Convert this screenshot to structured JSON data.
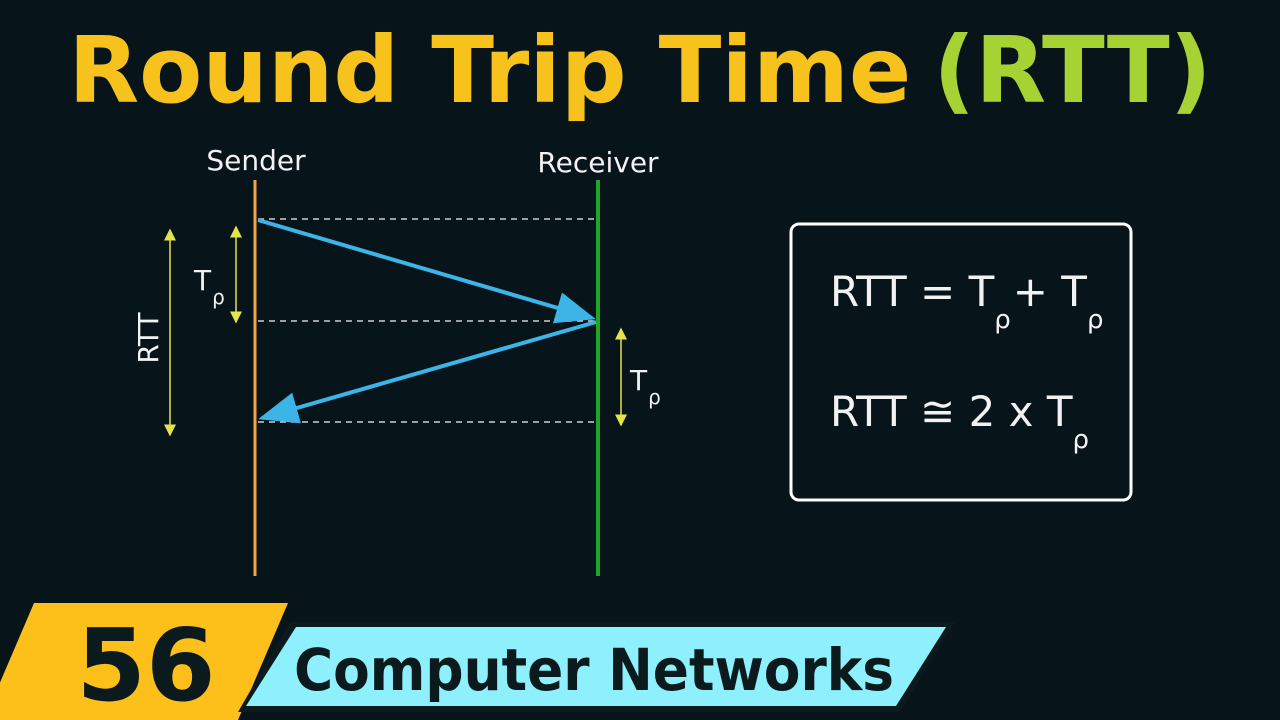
{
  "title": {
    "main": "Round Trip Time",
    "abbr": "(RTT)",
    "main_color": "#f8c21c",
    "abbr_color": "#a6d233"
  },
  "diagram": {
    "sender_label": "Sender",
    "receiver_label": "Receiver",
    "rtt_label": "RTT",
    "tp_label": "T",
    "tp_sub": "ρ",
    "colors": {
      "sender": "#f3a447",
      "receiver": "#1fa628",
      "message": "#3cb4e6",
      "measure": "#e3e34a"
    }
  },
  "formulas": {
    "line1": {
      "lhs": "RTT = T",
      "sub1": "ρ",
      "mid": "+ T",
      "sub2": "ρ"
    },
    "line2": {
      "lhs": "RTT ≅ 2 x T",
      "sub": "ρ"
    }
  },
  "banner": {
    "number": "56",
    "series": "Computer Networks",
    "number_bg": "#fdc01a",
    "series_bg": "#8df0fc"
  }
}
